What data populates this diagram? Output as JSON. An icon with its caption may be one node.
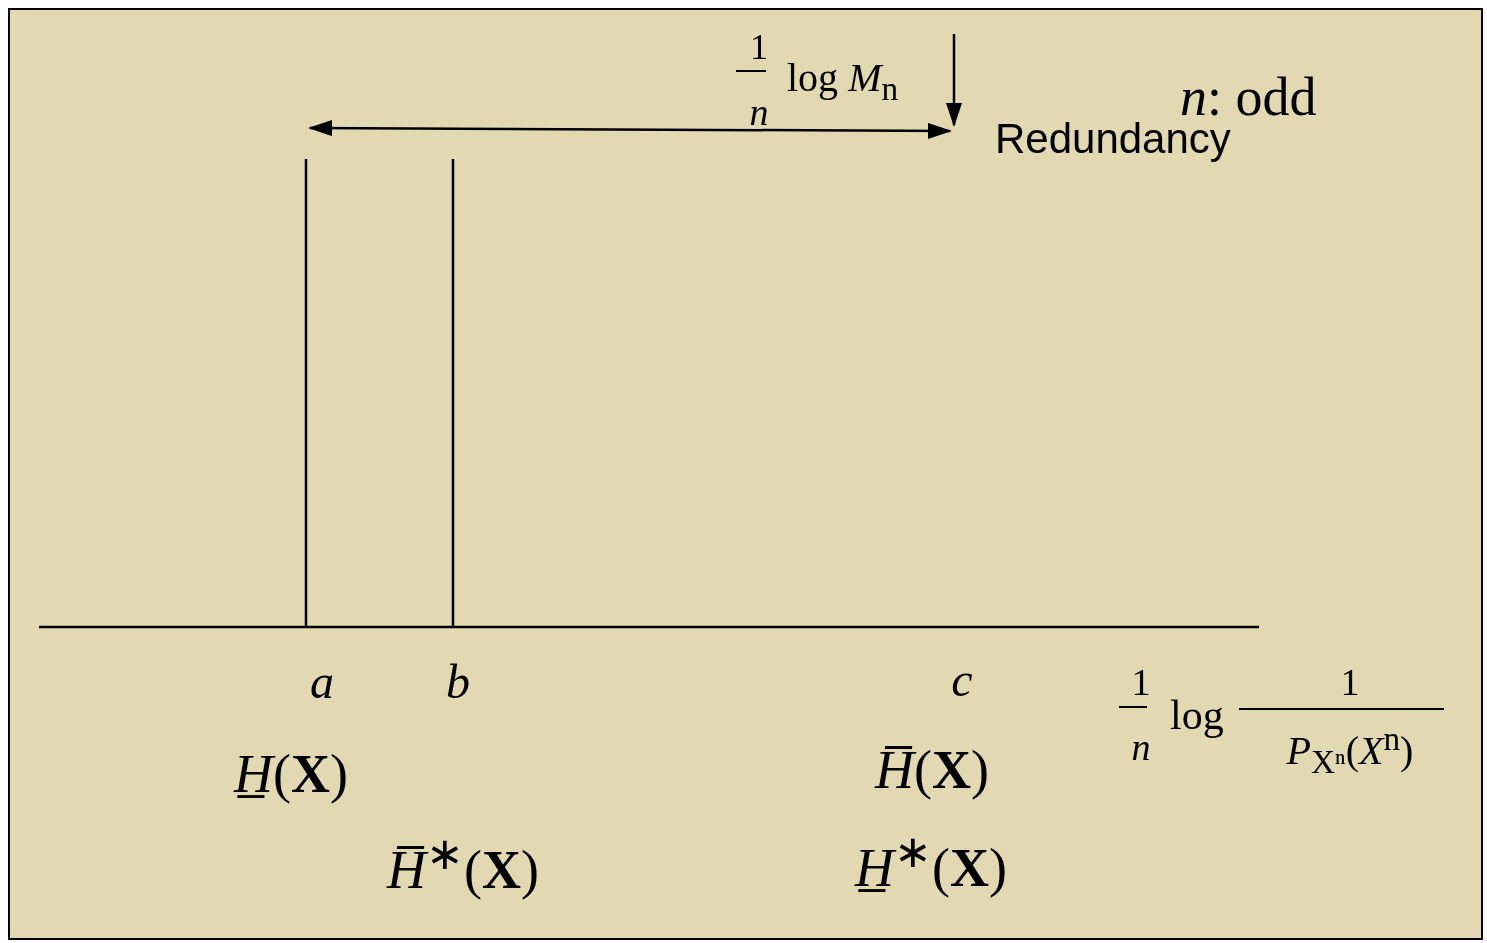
{
  "diagram": {
    "labels": [
      "1",
      "log *M*$_{n}$",
      "*n*: odd",
      "*n*",
      "Redundancy",
      "*a*",
      "*b*",
      "*c*",
      "1",
      "log",
      "1",
      "*n*",
      "*P*$_{Xⁿ}$(*X*$^{n}$)",
      "*H̲*(**X**)",
      "*H̅*(**X**)",
      "*H̅*$^{∗}$(**X**)",
      "*H̲*$^{∗}$(**X**)"
    ]
  }
}
